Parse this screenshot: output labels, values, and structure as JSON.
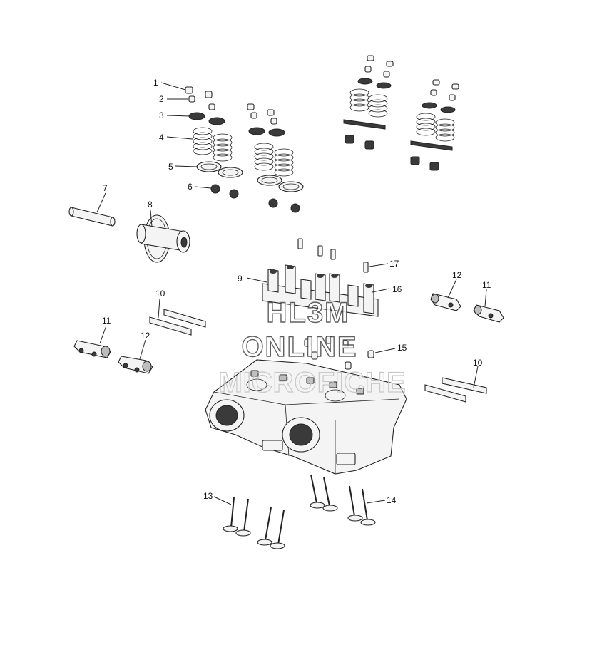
{
  "diagram": {
    "callouts": [
      "1",
      "2",
      "3",
      "4",
      "5",
      "6",
      "7",
      "8",
      "9",
      "10",
      "10",
      "11",
      "11",
      "12",
      "12",
      "13",
      "14",
      "15",
      "16",
      "17"
    ]
  },
  "watermark": {
    "line1": "HL3M",
    "line2": "ONLINE",
    "line3": "MICROFICHE"
  }
}
